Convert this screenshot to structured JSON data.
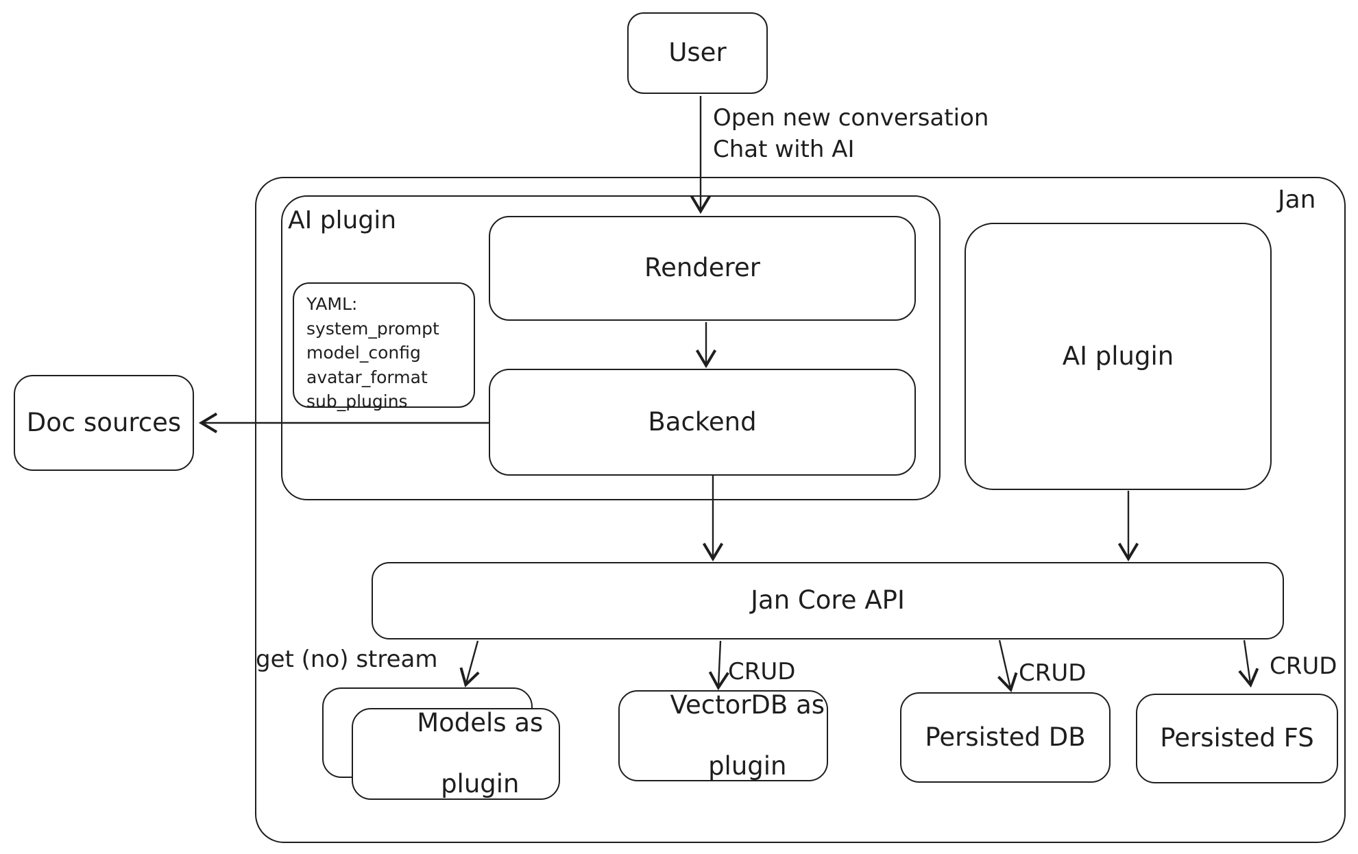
{
  "diagram_title": "Jan architecture diagram",
  "colors": {
    "stroke": "#1e1e1e",
    "background": "#ffffff"
  },
  "nodes": {
    "user": {
      "label": "User"
    },
    "jan_container": {
      "label": "Jan"
    },
    "ai_plugin_left_container": {
      "label": "AI plugin"
    },
    "yaml_note": {
      "lines": [
        "YAML:",
        "system_prompt",
        "model_config",
        "avatar_format",
        "sub_plugins"
      ]
    },
    "renderer": {
      "label": "Renderer"
    },
    "backend": {
      "label": "Backend"
    },
    "ai_plugin_right": {
      "label": "AI plugin"
    },
    "doc_sources": {
      "label": "Doc sources"
    },
    "jan_core_api": {
      "label": "Jan Core API"
    },
    "models_as_plugin": {
      "line1": "Models as",
      "line2": "plugin"
    },
    "vectordb_as_plugin": {
      "line1": "VectorDB as",
      "line2": "plugin"
    },
    "persisted_db": {
      "label": "Persisted DB"
    },
    "persisted_fs": {
      "label": "Persisted FS"
    }
  },
  "edge_labels": {
    "user_to_renderer_line1": "Open new conversation",
    "user_to_renderer_line2": "Chat with AI",
    "core_to_models": "get (no) stream",
    "core_to_vectordb": "CRUD",
    "core_to_persisted_db": "CRUD",
    "core_to_persisted_fs": "CRUD"
  }
}
